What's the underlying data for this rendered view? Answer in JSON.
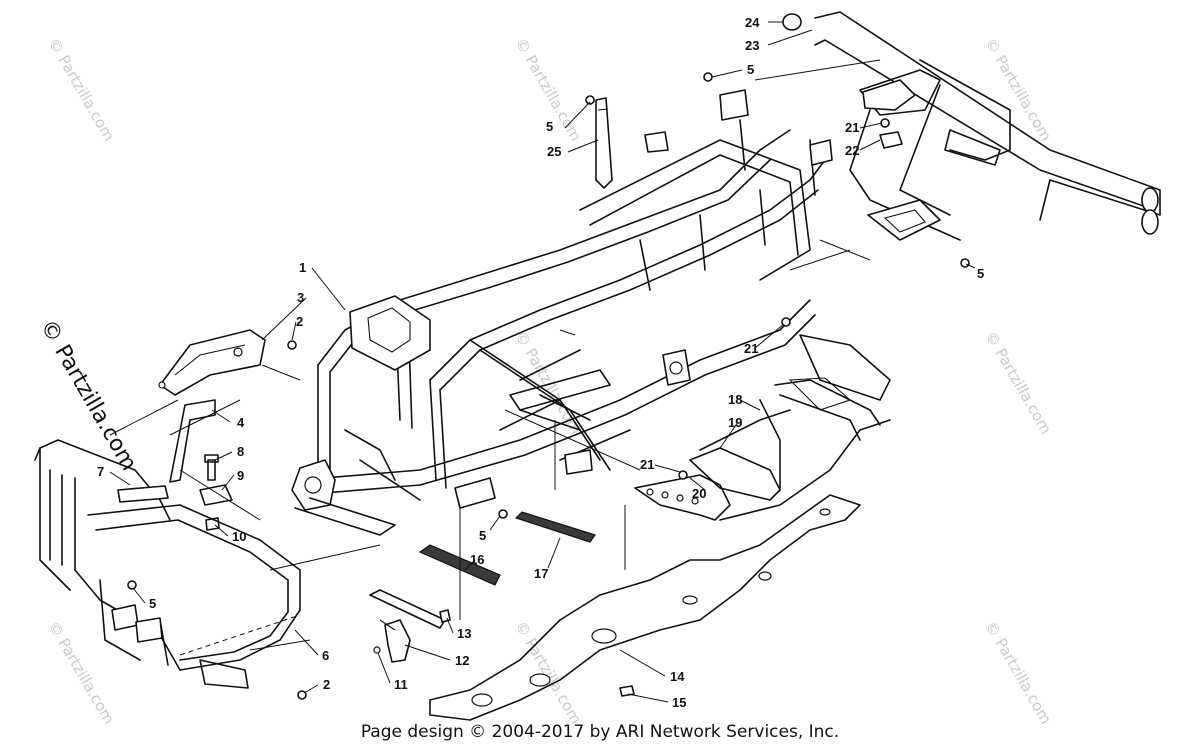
{
  "watermark": {
    "text": "© Partzilla.com",
    "color": "#c9c9c9"
  },
  "diagram": {
    "callouts": [
      "1",
      "2",
      "3",
      "4",
      "5",
      "6",
      "7",
      "8",
      "9",
      "10",
      "11",
      "12",
      "13",
      "14",
      "15",
      "16",
      "17",
      "18",
      "19",
      "20",
      "21",
      "22",
      "23",
      "24",
      "25"
    ]
  },
  "footer": {
    "text": "Page design © 2004-2017 by ARI Network Services, Inc."
  }
}
